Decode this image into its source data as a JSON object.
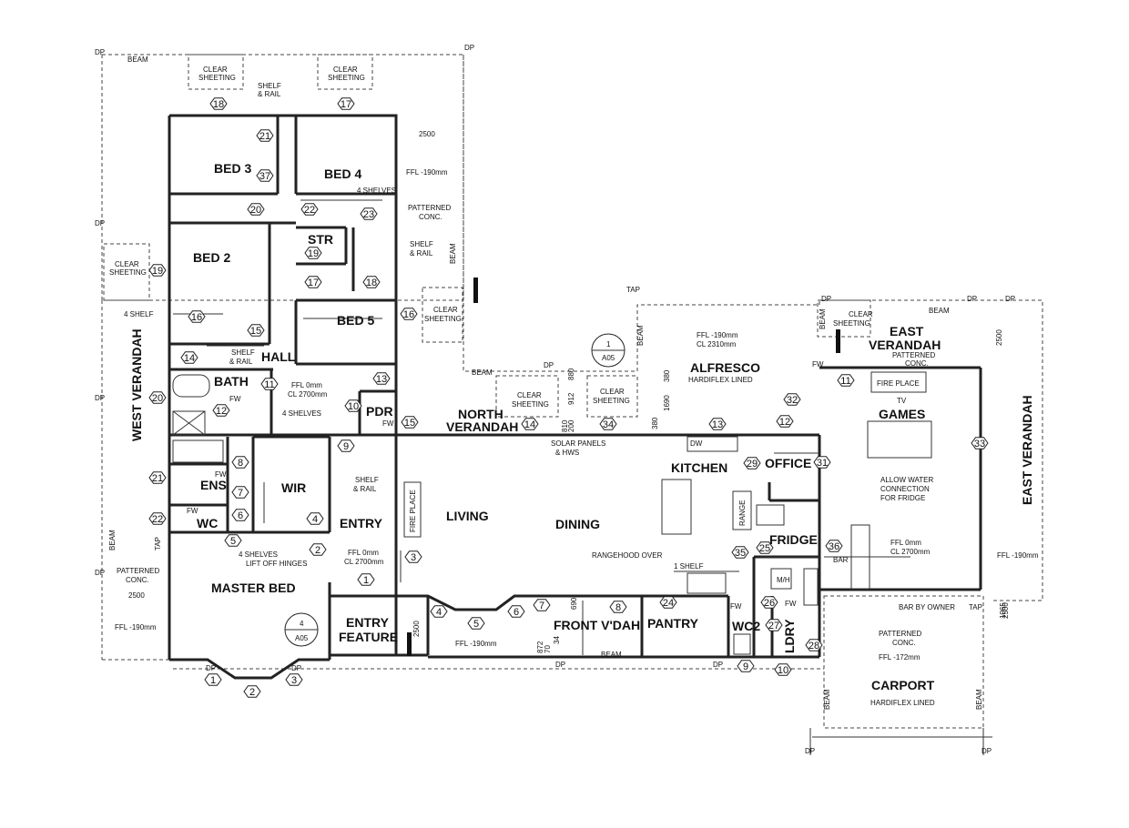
{
  "rooms": {
    "bed3": "BED 3",
    "bed4": "BED 4",
    "bed2": "BED 2",
    "bed5": "BED 5",
    "str": "STR",
    "hall": "HALL",
    "bath": "BATH",
    "pdr": "PDR",
    "wir": "WIR",
    "ens": "ENS",
    "wc": "WC",
    "entry": "ENTRY",
    "living": "LIVING",
    "dining": "DINING",
    "kitchen": "KITCHEN",
    "office": "OFFICE",
    "games": "GAMES",
    "fridge": "FRIDGE",
    "pantry": "PANTRY",
    "wc2": "WC2",
    "ldry": "LDRY",
    "master_bed": "MASTER BED",
    "entry_feature_1": "ENTRY",
    "entry_feature_2": "FEATURE",
    "front_vdah": "FRONT V'DAH",
    "alfresco": "ALFRESCO",
    "north_verandah_1": "NORTH",
    "north_verandah_2": "VERANDAH",
    "east_verandah_1": "EAST",
    "east_verandah_2": "VERANDAH",
    "carport": "CARPORT",
    "west_verandah": "WEST VERANDAH",
    "east_verandah_vert": "EAST VERANDAH"
  },
  "notes": {
    "dp": "DP",
    "beam": "BEAM",
    "clear": "CLEAR",
    "sheeting": "SHEETING",
    "shelf_rail_1": "SHELF",
    "shelf_rail_2": "& RAIL",
    "four_shelves": "4 SHELVES",
    "four_shelf": "4 SHELF",
    "ffl_190": "FFL -190mm",
    "ffl_172": "FFL -172mm",
    "ffl_0": "FFL 0mm",
    "cl_2700": "CL 2700mm",
    "cl_2310": "CL 2310mm",
    "patterned": "PATTERNED",
    "conc_short": "CONC.",
    "conc": "CONC.",
    "hardiflex": "HARDIFLEX LINED",
    "dim_2500": "2500",
    "tap": "TAP",
    "fw": "FW",
    "fire_place": "FIRE PLACE",
    "tv": "TV",
    "dw": "DW",
    "solar_1": "SOLAR PANELS",
    "solar_2": "& HWS",
    "allow_1": "ALLOW WATER",
    "allow_2": "CONNECTION",
    "allow_3": "FOR FRIDGE",
    "rangehood": "RANGEHOOD OVER",
    "range": "RANGE",
    "one_shelf": "1 SHELF",
    "bar": "BAR",
    "bar_owner": "BAR BY OWNER",
    "mh": "M/H",
    "lift_off": "LIFT OFF HINGES",
    "section_ref": "A05",
    "section_1": "1",
    "section_4": "4",
    "dims": [
      "880",
      "912",
      "810",
      "200",
      "380",
      "1690",
      "380",
      "690",
      "872",
      "70",
      "34",
      "1065",
      "2500",
      "2500",
      "2500"
    ]
  }
}
